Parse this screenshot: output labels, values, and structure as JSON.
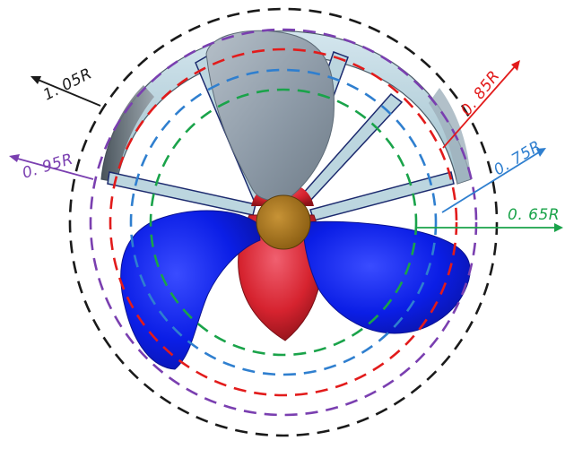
{
  "radius_labels": [
    {
      "key": "r105",
      "text": "1. 05R",
      "color": "#1a1a1a"
    },
    {
      "key": "r095",
      "text": "0. 95R",
      "color": "#7a3fb0"
    },
    {
      "key": "r085",
      "text": "0. 85R",
      "color": "#e21b1b"
    },
    {
      "key": "r075",
      "text": "0. 75R",
      "color": "#2f7fcf"
    },
    {
      "key": "r065",
      "text": "0. 65R",
      "color": "#1aa34a"
    }
  ],
  "colors": {
    "blade_blue": "#0b1ee6",
    "blade_grey": "#8d9aa7",
    "duct_light": "#b8d2dc",
    "hub_red": "#d6232f",
    "hub_brown": "#9b6b1c",
    "ring_black": "#1a1a1a",
    "ring_purple": "#7a3fb0",
    "ring_red": "#e21b1b",
    "ring_blue": "#2f7fcf",
    "ring_green": "#1aa34a"
  }
}
